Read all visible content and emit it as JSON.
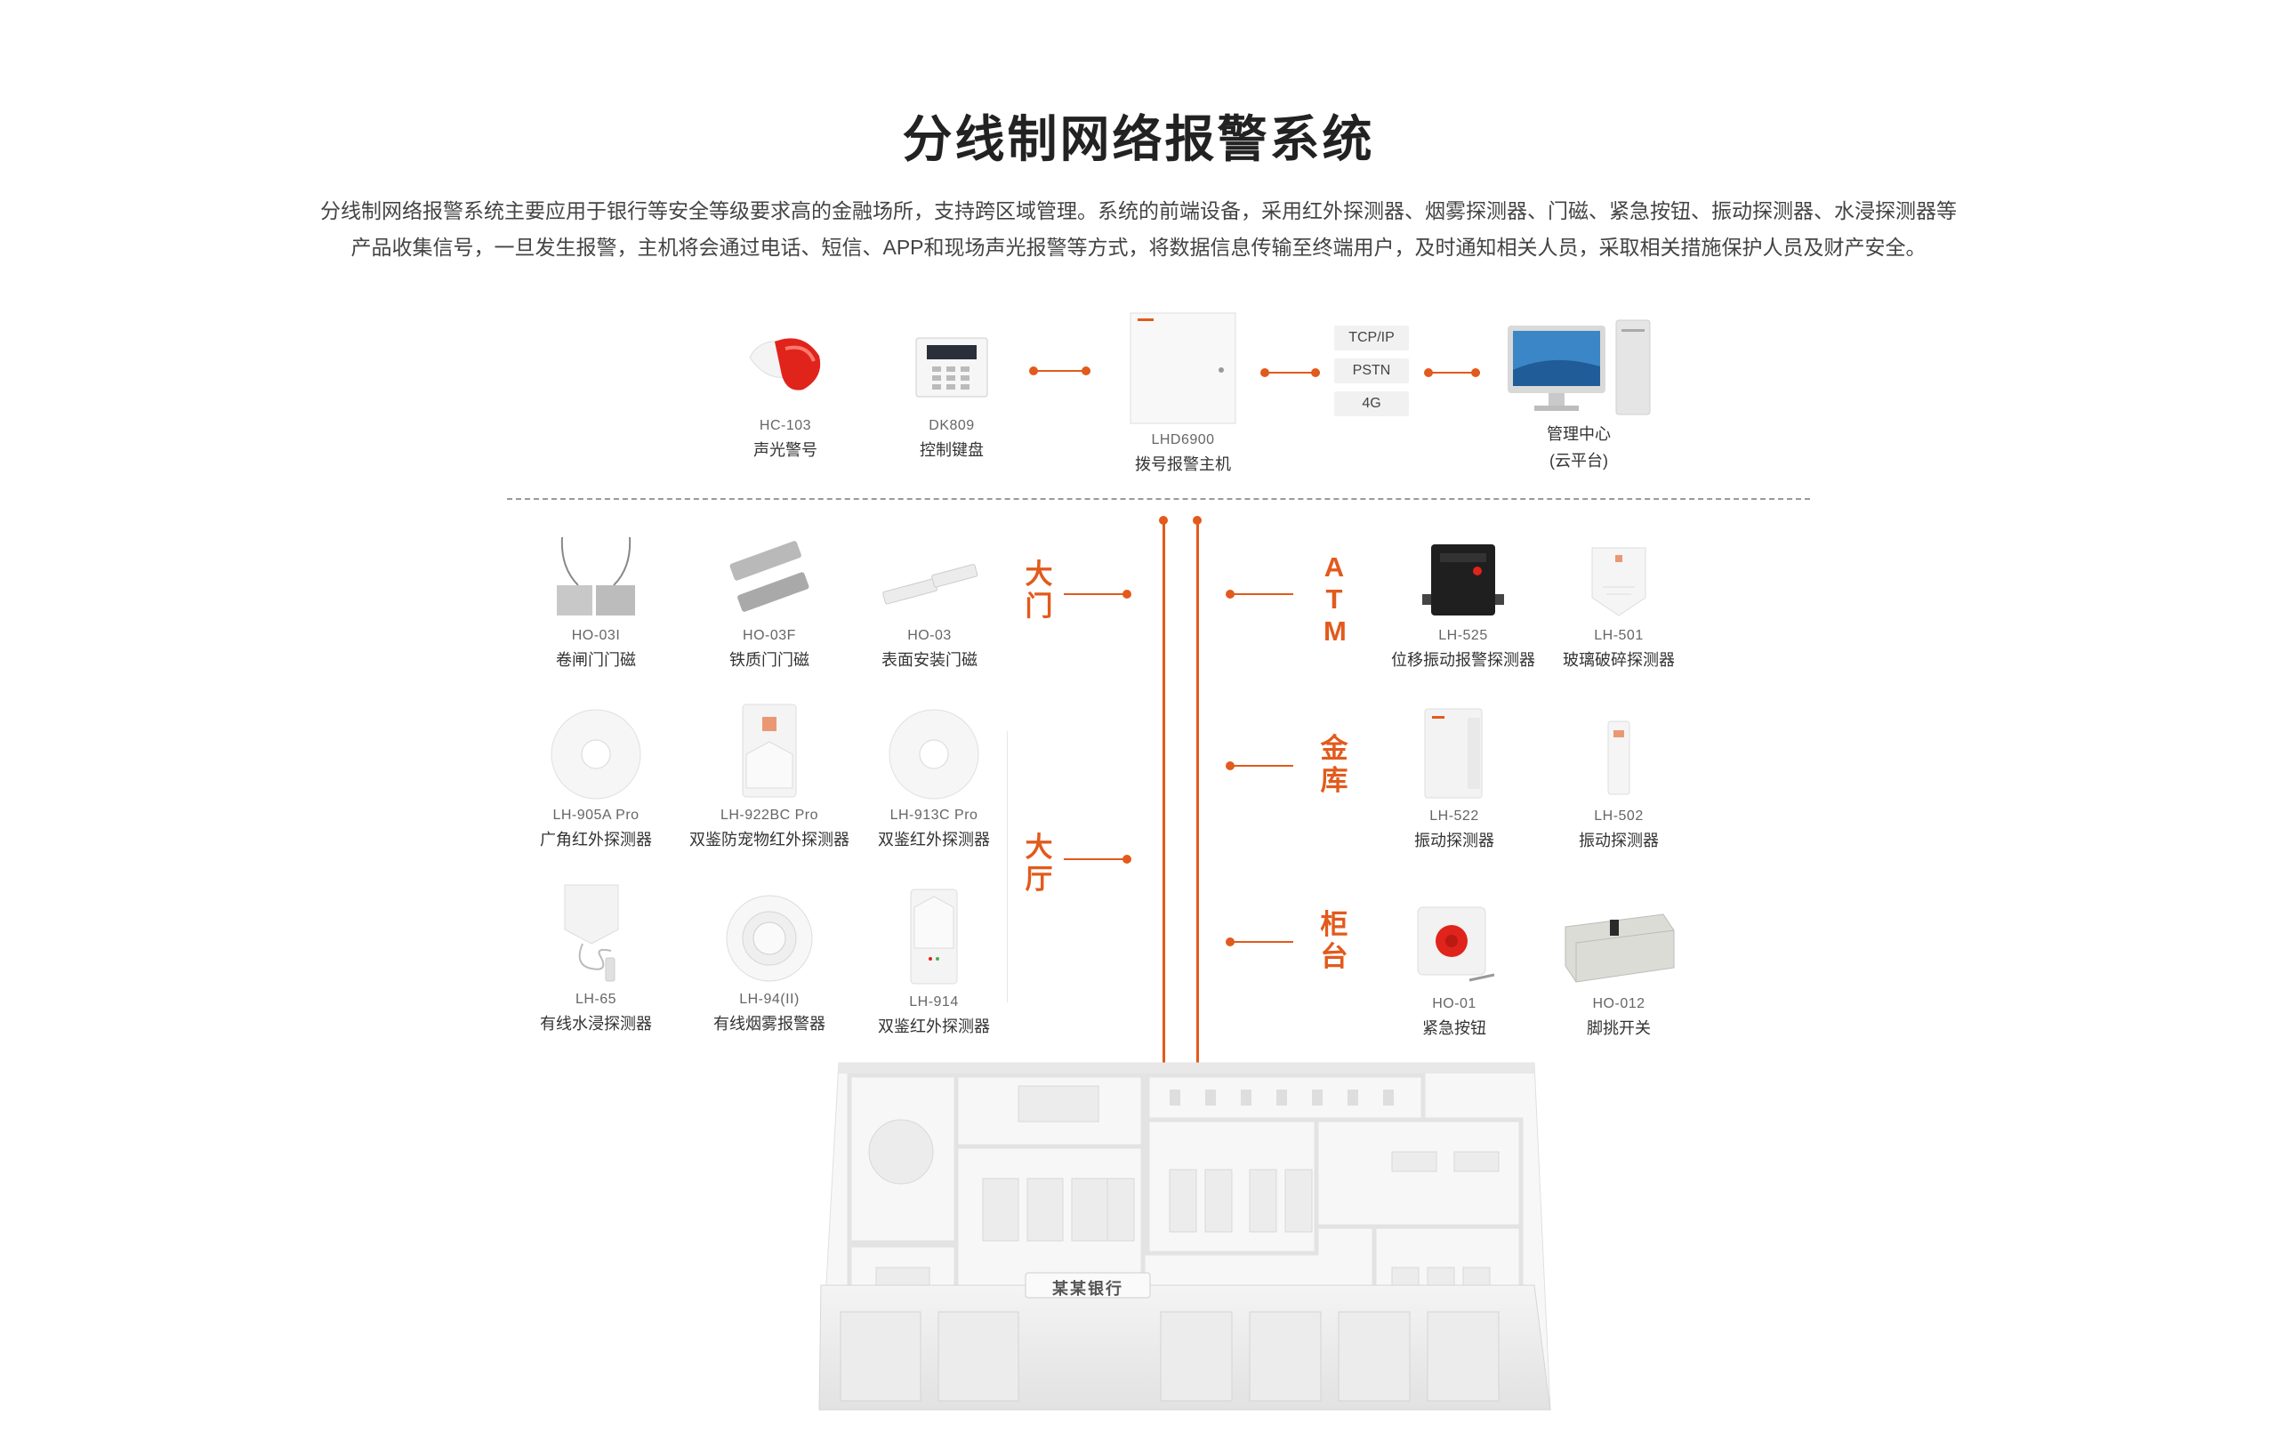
{
  "title": "分线制网络报警系统",
  "intro": {
    "line1": "分线制网络报警系统主要应用于银行等安全等级要求高的金融场所，支持跨区域管理。系统的前端设备，采用红外探测器、烟雾探测器、门磁、紧急按钮、振动探测器、水浸探测器等",
    "line2": "产品收集信号，一旦发生报警，主机将会通过电话、短信、APP和现场声光报警等方式，将数据信息传输至终端用户，及时通知相关人员，采取相关措施保护人员及财产安全。"
  },
  "top": {
    "siren": {
      "model": "HC-103",
      "name": "声光警号"
    },
    "keypad": {
      "model": "DK809",
      "name": "控制键盘"
    },
    "host": {
      "model": "LHD6900",
      "name": "拨号报警主机"
    },
    "networks": [
      "TCP/IP",
      "PSTN",
      "4G"
    ],
    "center": {
      "name": "管理中心",
      "sub": "(云平台)"
    }
  },
  "zones": {
    "gate": "大门",
    "hall": "大厅",
    "atm": "ATM",
    "vault": "金库",
    "counter": "柜台"
  },
  "left_devices": [
    {
      "model": "HO-03I",
      "name": "卷闸门门磁"
    },
    {
      "model": "HO-03F",
      "name": "铁质门门磁"
    },
    {
      "model": "HO-03",
      "name": "表面安装门磁"
    },
    {
      "model": "LH-905A Pro",
      "name": "广角红外探测器"
    },
    {
      "model": "LH-922BC Pro",
      "name": "双鉴防宠物红外探测器"
    },
    {
      "model": "LH-913C Pro",
      "name": "双鉴红外探测器"
    },
    {
      "model": "LH-65",
      "name": "有线水浸探测器"
    },
    {
      "model": "LH-94(II)",
      "name": "有线烟雾报警器"
    },
    {
      "model": "LH-914",
      "name": "双鉴红外探测器"
    }
  ],
  "right_devices": [
    {
      "model": "LH-525",
      "name": "位移振动报警探测器"
    },
    {
      "model": "LH-501",
      "name": "玻璃破碎探测器"
    },
    {
      "model": "LH-522",
      "name": "振动探测器"
    },
    {
      "model": "LH-502",
      "name": "振动探测器"
    },
    {
      "model": "HO-01",
      "name": "紧急按钮"
    },
    {
      "model": "HO-012",
      "name": "脚挑开关"
    }
  ],
  "building": {
    "sign": "某某银行"
  },
  "colors": {
    "accent": "#e25a1c",
    "text": "#333333",
    "muted": "#666666",
    "siren_red": "#e0241b"
  }
}
